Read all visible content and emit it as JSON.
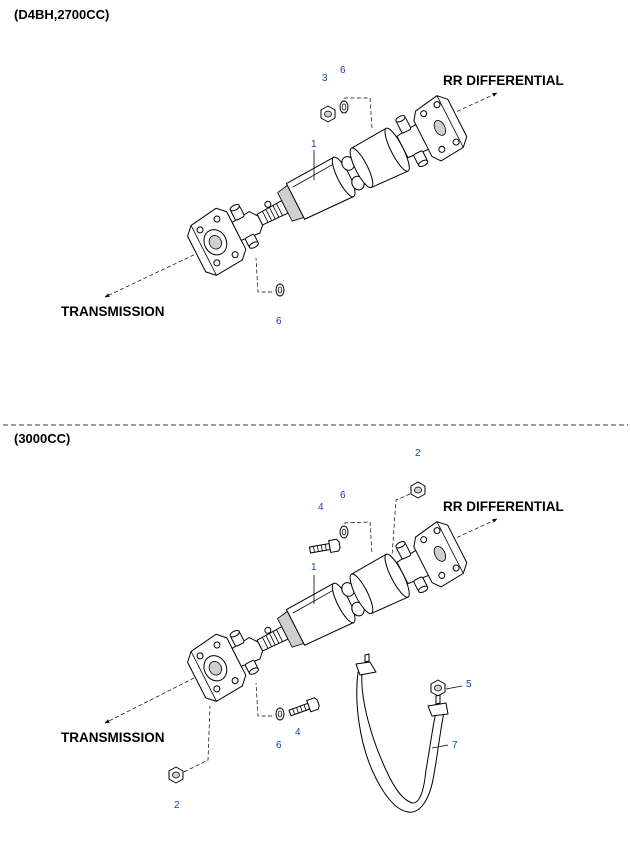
{
  "sections": [
    {
      "title": "(D4BH,2700CC)",
      "label_rear": "RR DIFFERENTIAL",
      "label_front": "TRANSMISSION",
      "callouts": [
        "3",
        "6",
        "1",
        "6"
      ]
    },
    {
      "title": "(3000CC)",
      "label_rear": "RR DIFFERENTIAL",
      "label_front": "TRANSMISSION",
      "callouts": [
        "2",
        "4",
        "6",
        "1",
        "5",
        "7",
        "6",
        "4",
        "2"
      ]
    }
  ],
  "colors": {
    "callout": "#1a3fb0",
    "line": "#000000",
    "background": "#ffffff"
  }
}
